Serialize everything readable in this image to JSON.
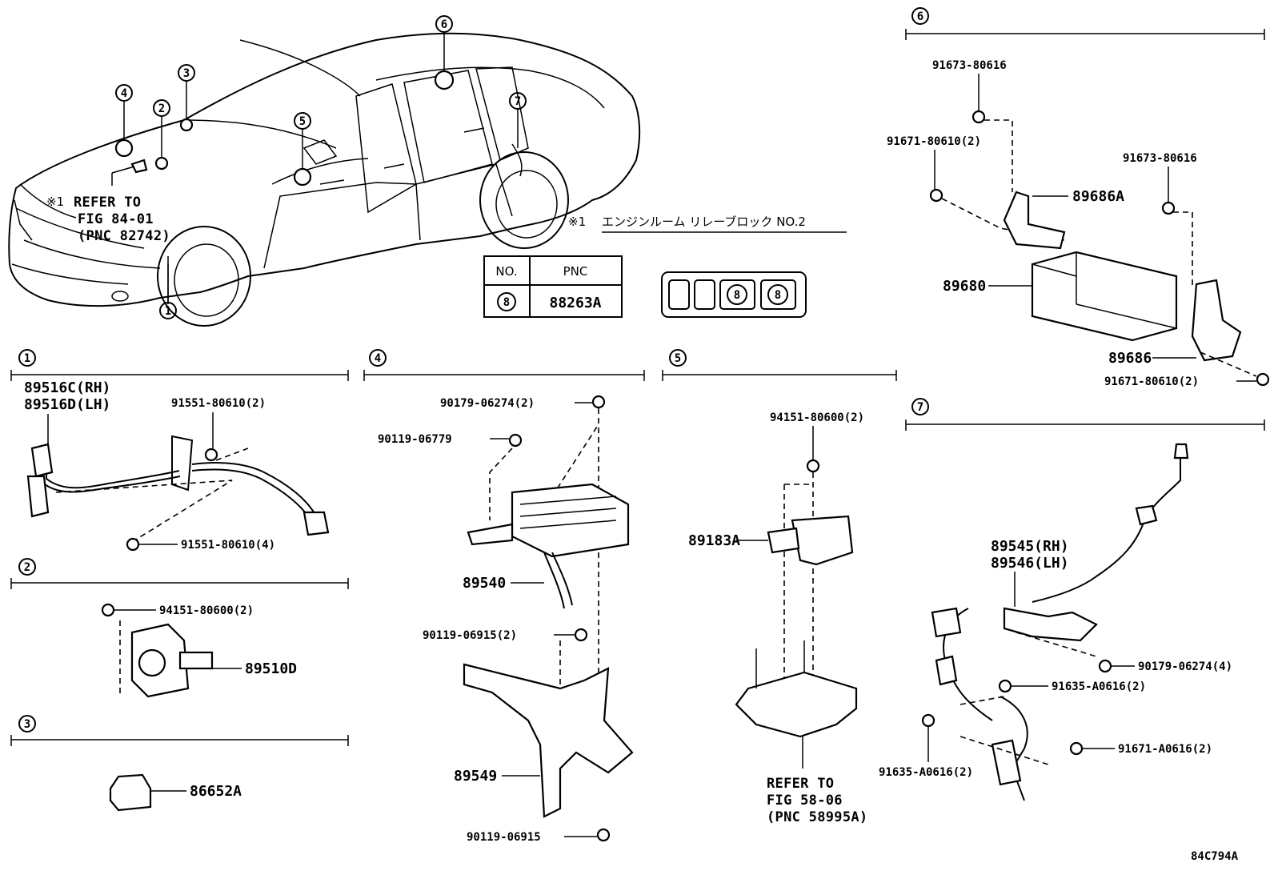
{
  "diagram": {
    "figure_code": "84C794A",
    "note": {
      "mark": "※1",
      "line1": "REFER TO",
      "line2": "FIG 84-01",
      "line3": "(PNC 82742)"
    },
    "relay_note": {
      "mark": "※1",
      "text": "エンジンルーム リレーブロック NO.2"
    },
    "relay_table": {
      "col_no": "NO.",
      "col_pnc": "PNC",
      "row_no": "8",
      "row_pnc": "88263A"
    },
    "relay_block": {
      "slot3": "8",
      "slot4": "8"
    },
    "car_callouts": [
      "1",
      "2",
      "3",
      "4",
      "5",
      "6",
      "7"
    ],
    "sections": {
      "s1": {
        "number": "1",
        "parts": {
          "p_89516c": "89516C(RH)",
          "p_89516d": "89516D(LH)",
          "p_91551_top": "91551-80610(2)",
          "p_91551_bot": "91551-80610(4)"
        }
      },
      "s2": {
        "number": "2",
        "parts": {
          "p_94151": "94151-80600(2)",
          "p_89510d": "89510D"
        }
      },
      "s3": {
        "number": "3",
        "parts": {
          "p_86652a": "86652A"
        }
      },
      "s4": {
        "number": "4",
        "parts": {
          "p_90179": "90179-06274(2)",
          "p_90119a": "90119-06779",
          "p_89540": "89540",
          "p_90119b": "90119-06915(2)",
          "p_89549": "89549",
          "p_90119c": "90119-06915"
        }
      },
      "s5": {
        "number": "5",
        "parts": {
          "p_94151": "94151-80600(2)",
          "p_89183a": "89183A",
          "ref1": "REFER TO",
          "ref2": "FIG 58-06",
          "ref3": "(PNC 58995A)"
        }
      },
      "s6": {
        "number": "6",
        "parts": {
          "p_91673a": "91673-80616",
          "p_91671a": "91671-80610(2)",
          "p_89686a": "89686A",
          "p_91673b": "91673-80616",
          "p_89680": "89680",
          "p_89686": "89686",
          "p_91671b": "91671-80610(2)"
        }
      },
      "s7": {
        "number": "7",
        "parts": {
          "p_89545": "89545(RH)",
          "p_89546": "89546(LH)",
          "p_90179": "90179-06274(4)",
          "p_91635a": "91635-A0616(2)",
          "p_91671": "91671-A0616(2)",
          "p_91635b": "91635-A0616(2)"
        }
      }
    }
  }
}
